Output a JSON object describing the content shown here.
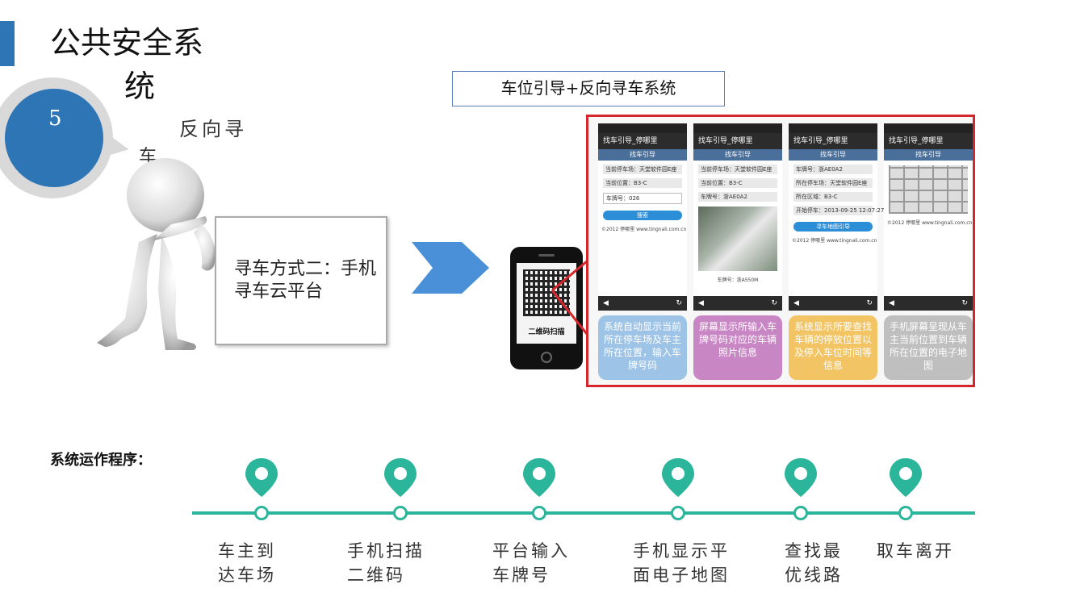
{
  "header": {
    "title_line1": "公共安全系",
    "title_line2": "统",
    "section_number": "5",
    "subtitle_part1": "反向寻",
    "subtitle_part2": "车"
  },
  "board": {
    "text": "寻车方式二：手机寻车云平台"
  },
  "phone": {
    "qr_label": "二维码扫描"
  },
  "system_box": {
    "title": "车位引导+反向寻车系统"
  },
  "screens": [
    {
      "header": "找车引导_停哪里",
      "tab": "找车引导",
      "rows": [
        "当前停车场：天堂软件园E座",
        "当前位置：B3-C"
      ],
      "input_label": "车牌号：026",
      "button": "搜索",
      "footer": "©2012 停哪里 www.tingnali.com.cn",
      "caption": "系统自动显示当前所在停车场及车主所在位置，输入车牌号码",
      "color": "#9dc3e6"
    },
    {
      "header": "找车引导_停哪里",
      "tab": "找车引导",
      "rows": [
        "当前停车场：天堂软件园E座",
        "当前位置：B3-C",
        "车牌号：浙AE0A2"
      ],
      "footer": "车牌号：浙A550M",
      "caption": "屏幕显示所输入车牌号码对应的车辆照片信息",
      "color": "#c986c5"
    },
    {
      "header": "找车引导_停哪里",
      "tab": "找车引导",
      "rows": [
        "车牌号：浙AE0A2",
        "所在停车场：天堂软件园E座",
        "所在区域：B3-C",
        "开始停车：2013-09-25 12:07:27"
      ],
      "button": "寻车地图引导",
      "footer": "©2012 停哪里 www.tingnali.com.cn",
      "caption": "系统显示所要查找车辆的停放位置以及停入车位时间等信息",
      "color": "#f2c464"
    },
    {
      "header": "找车引导_停哪里",
      "tab": "找车引导",
      "footer": "©2012 停哪里 www.tingnali.com.cn",
      "caption": "手机屏幕呈现从车主当前位置到车辆所在位置的电子地图",
      "color": "#bfbfbf"
    }
  ],
  "process": {
    "label": "系统运作程序：",
    "steps": [
      {
        "line1": "车主到",
        "line2": "达车场"
      },
      {
        "line1": "手机扫描",
        "line2": "二维码"
      },
      {
        "line1": "平台输入",
        "line2": "车牌号"
      },
      {
        "line1": "手机显示平",
        "line2": "面电子地图"
      },
      {
        "line1": "查找最",
        "line2": "优线路"
      },
      {
        "line1": "取车离开",
        "line2": ""
      }
    ]
  },
  "colors": {
    "accent_blue": "#2e75b6",
    "timeline_green": "#2bb59a",
    "panel_red": "#d6262b"
  }
}
